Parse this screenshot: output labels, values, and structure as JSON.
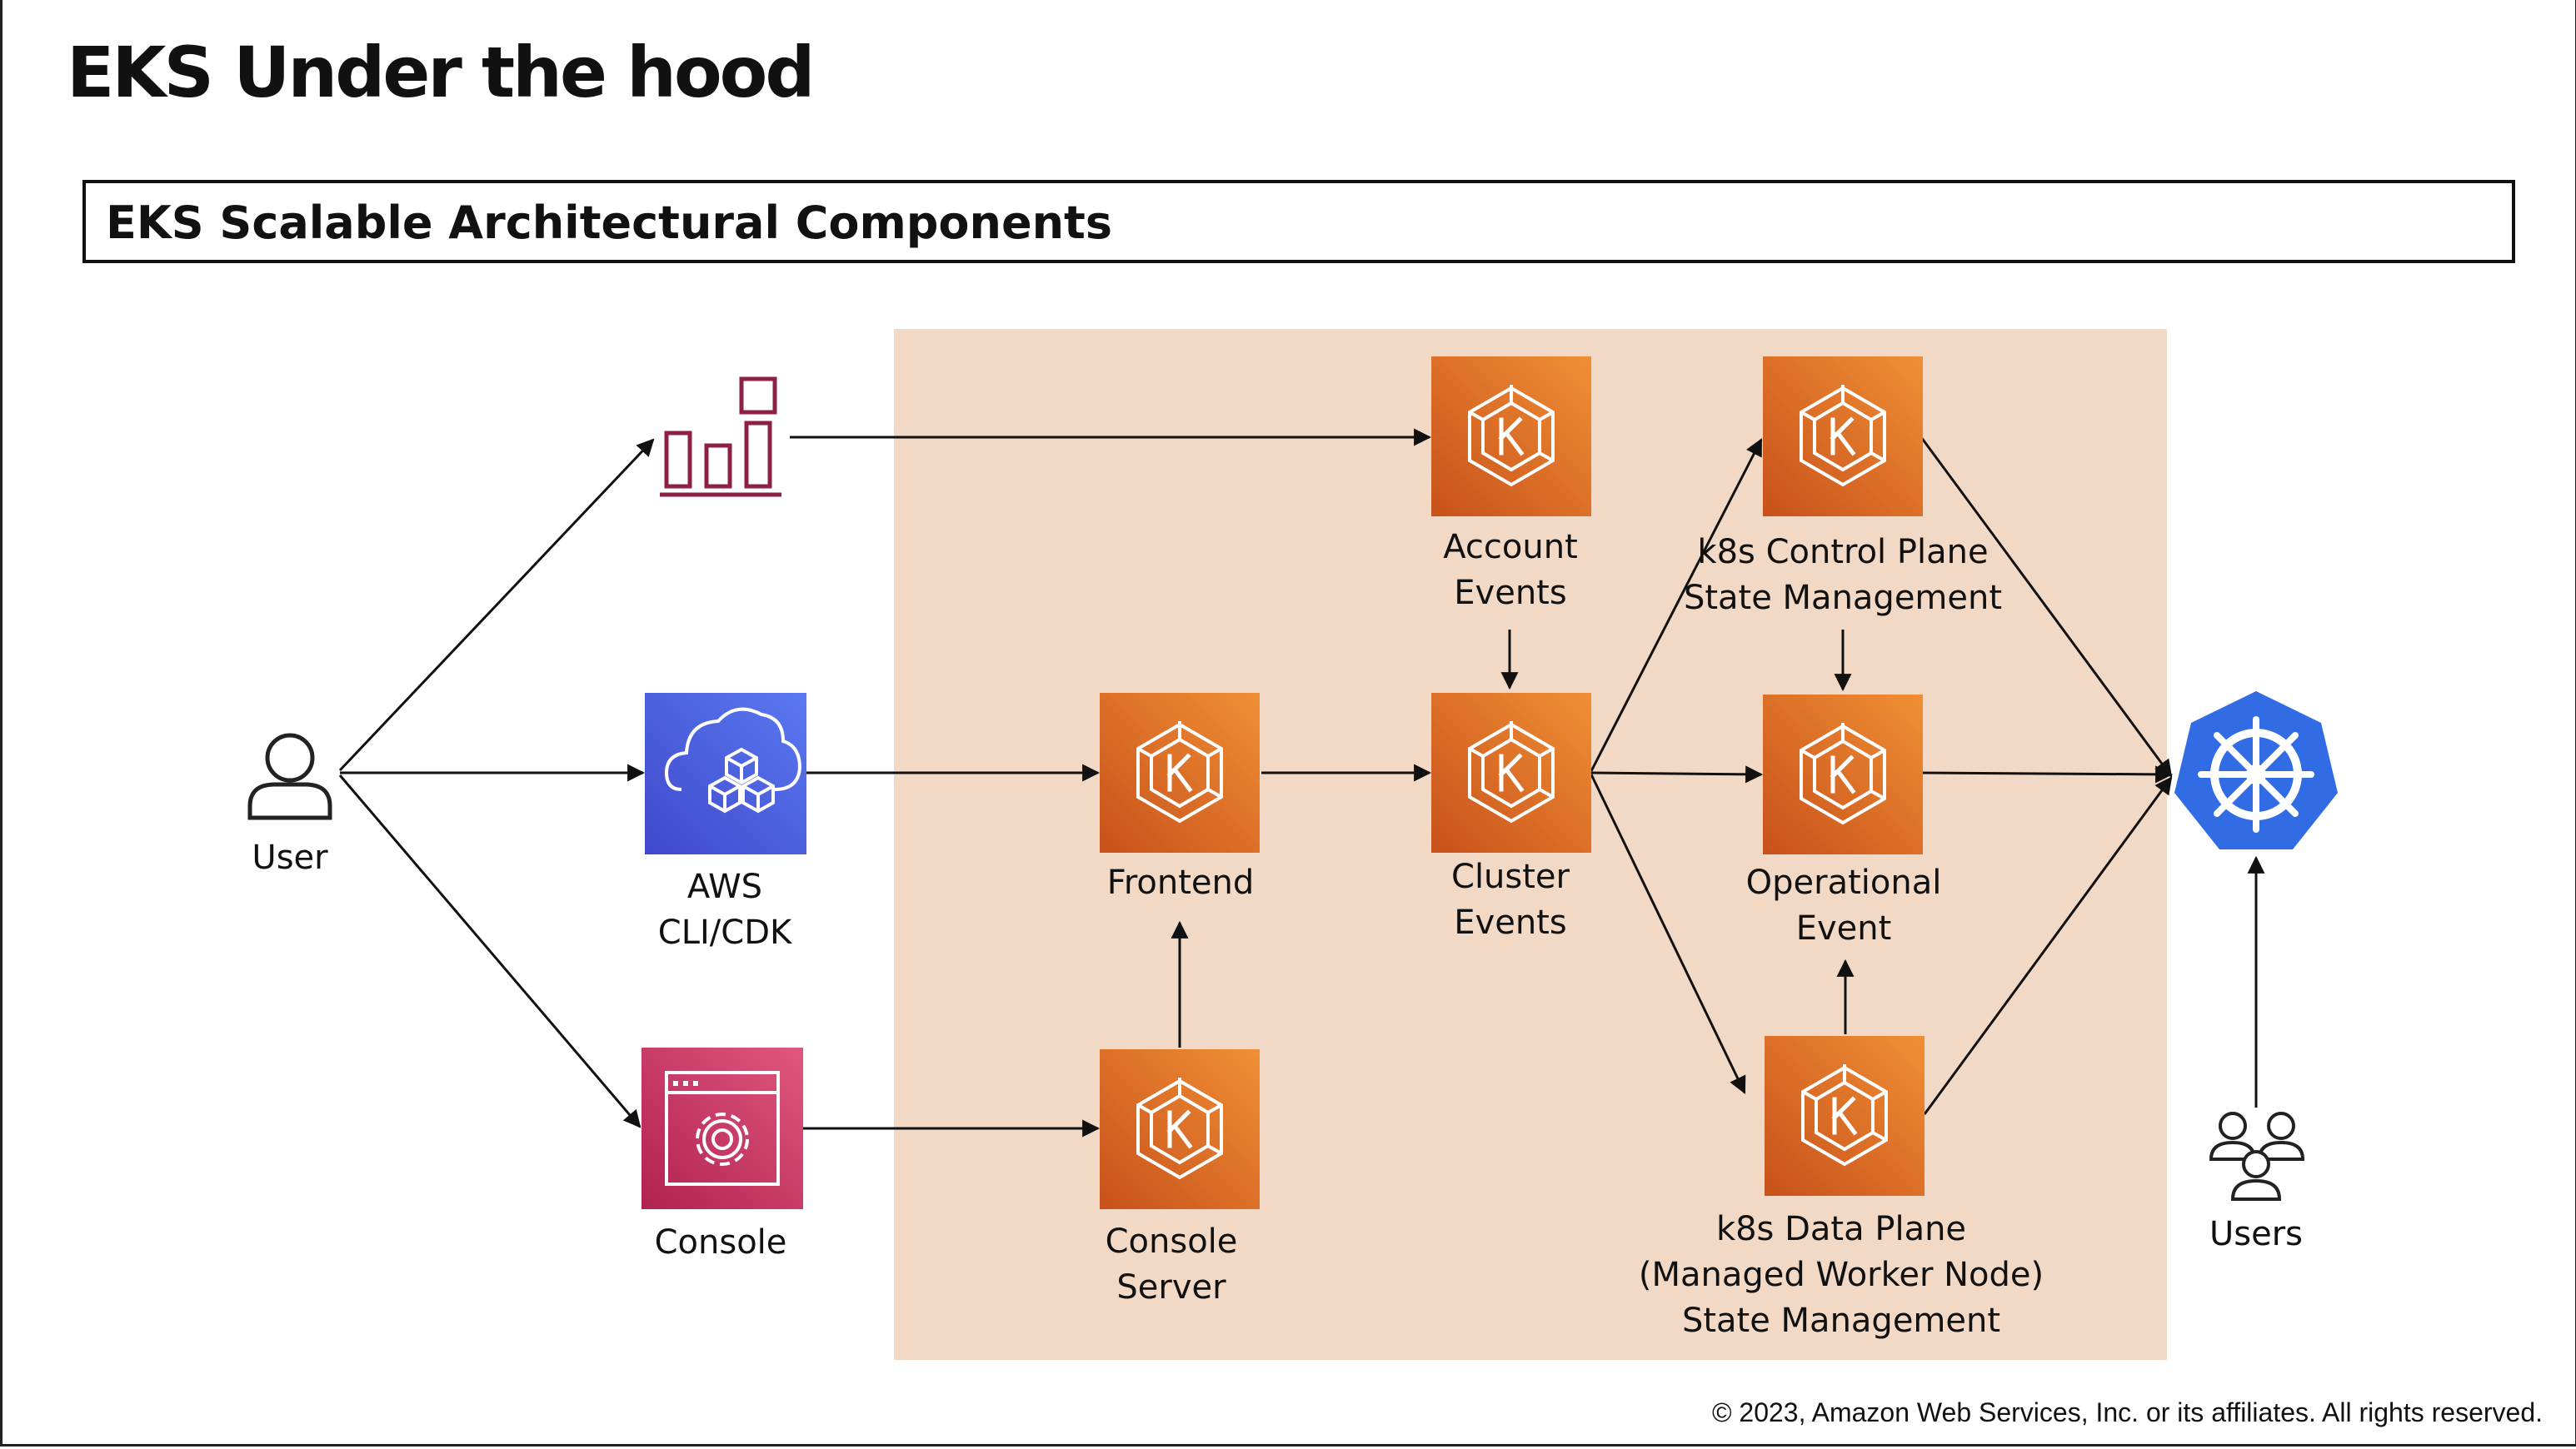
{
  "title": "EKS Under the hood",
  "section_title": "EKS Scalable Architectural Components",
  "nodes": {
    "user": {
      "label": "User",
      "icon": "user-icon"
    },
    "metrics": {
      "label": "",
      "icon": "bar-chart-icon"
    },
    "aws_cli": {
      "label": "AWS\nCLI/CDK",
      "icon": "cloud-cubes-icon"
    },
    "console": {
      "label": "Console",
      "icon": "browser-gear-icon"
    },
    "frontend": {
      "label": "Frontend",
      "icon": "eks-icon"
    },
    "console_server": {
      "label": "Console\nServer",
      "icon": "eks-icon"
    },
    "account_events": {
      "label": "Account\nEvents",
      "icon": "eks-icon"
    },
    "cluster_events": {
      "label": "Cluster\nEvents",
      "icon": "eks-icon"
    },
    "control_plane": {
      "label": "k8s Control Plane\nState Management",
      "icon": "eks-icon"
    },
    "operational_event": {
      "label": "Operational\nEvent",
      "icon": "eks-icon"
    },
    "data_plane": {
      "label": "k8s Data Plane\n(Managed Worker Node)\nState Management",
      "icon": "eks-icon"
    },
    "kubernetes": {
      "label": "",
      "icon": "kubernetes-helm-icon"
    },
    "users": {
      "label": "Users",
      "icon": "users-group-icon"
    }
  },
  "colors": {
    "zone": "#f2d9c6",
    "eks_orange_dark": "#c8511b",
    "eks_orange_light": "#f08f34",
    "cli_blue_dark": "#3f48cc",
    "cli_blue_light": "#5a79f0",
    "console_pink_dark": "#b0224f",
    "console_pink_light": "#e0577f",
    "metrics_maroon": "#8c2145",
    "kubernetes_blue": "#326ce5"
  },
  "copyright": "© 2023, Amazon Web Services, Inc. or its affiliates. All rights reserved."
}
